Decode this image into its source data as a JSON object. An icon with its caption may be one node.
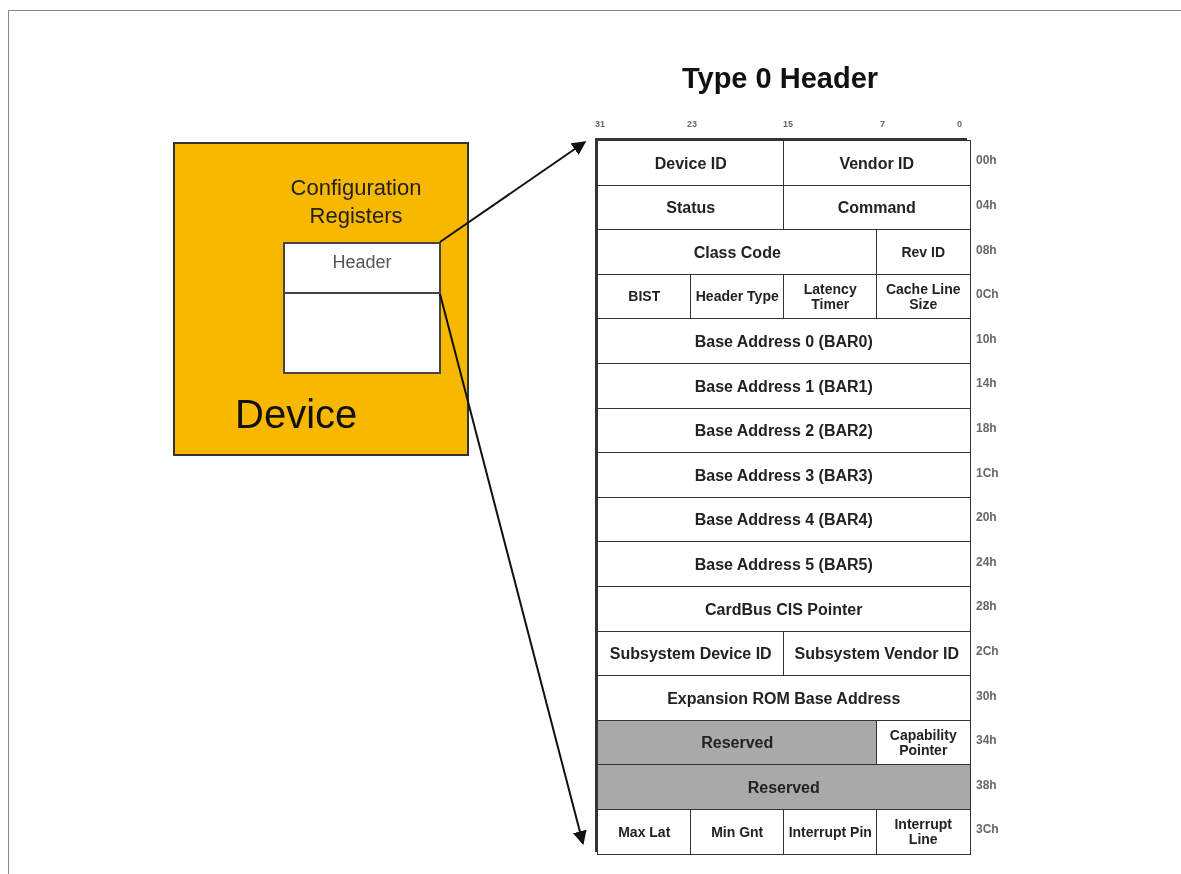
{
  "diagram": {
    "title": "Type 0 Header",
    "nodes": [
      {
        "text": [
          "Device"
        ]
      },
      {
        "text": [
          "Configuration Registers"
        ],
        "in": 0
      },
      {
        "text": [
          "Header"
        ],
        "in": 1
      },
      {
        "text": [],
        "shape": "box",
        "in": 1
      },
      {
        "text": [],
        "shape": "box"
      },
      {
        "text": [
          "Device ID"
        ],
        "in": 4
      },
      {
        "text": [
          "Vendor ID"
        ],
        "in": 4
      },
      {
        "text": [
          "Status"
        ],
        "in": 4
      },
      {
        "text": [
          "Command"
        ],
        "in": 4
      },
      {
        "text": [
          "Class Code"
        ],
        "in": 4
      },
      {
        "text": [
          "Rev ID"
        ],
        "in": 4
      },
      {
        "text": [
          "BIST"
        ],
        "in": 4
      },
      {
        "text": [
          "Header Type"
        ],
        "in": 4
      },
      {
        "text": [
          "Latency Timer"
        ],
        "in": 4
      },
      {
        "text": [
          "Cache Line Size"
        ],
        "in": 4
      },
      {
        "text": [
          "Base Address 0 (BAR0)"
        ],
        "in": 4
      },
      {
        "text": [
          "Base Address 1 (BAR1)"
        ],
        "in": 4
      },
      {
        "text": [
          "Base Address 2 (BAR2)"
        ],
        "in": 4
      },
      {
        "text": [
          "Base Address 3 (BAR3)"
        ],
        "in": 4
      },
      {
        "text": [
          "Base Address 4 (BAR4)"
        ],
        "in": 4
      },
      {
        "text": [
          "Base Address 5 (BAR5)"
        ],
        "in": 4
      },
      {
        "text": [
          "CardBus CIS Pointer"
        ],
        "in": 4
      },
      {
        "text": [
          "Subsystem Device ID"
        ],
        "in": 4
      },
      {
        "text": [
          "Subsystem Vendor ID"
        ],
        "in": 4
      },
      {
        "text": [
          "Expansion ROM Base Address"
        ],
        "in": 4
      },
      {
        "text": [
          "Reserved"
        ],
        "in": 4
      },
      {
        "text": [
          "Capability Pointer"
        ],
        "in": 4
      },
      {
        "text": [
          "Reserved"
        ],
        "in": 4
      },
      {
        "text": [
          "Max Lat"
        ],
        "in": 4
      },
      {
        "text": [
          "Min Gnt"
        ],
        "in": 4
      },
      {
        "text": [
          "Interrupt Pin"
        ],
        "in": 4
      },
      {
        "text": [
          "Interrupt Line"
        ],
        "in": 4
      }
    ],
    "edges": [
      {
        "from": 2,
        "to": 4,
        "arrow": "to"
      },
      {
        "from": 2,
        "to": 4,
        "arrow": "to"
      }
    ],
    "labels": [
      "31",
      "23",
      "15",
      "7",
      "0",
      "00h",
      "04h",
      "08h",
      "0Ch",
      "10h",
      "14h",
      "18h",
      "1Ch",
      "20h",
      "24h",
      "28h",
      "2Ch",
      "30h",
      "34h",
      "38h",
      "3Ch"
    ]
  }
}
